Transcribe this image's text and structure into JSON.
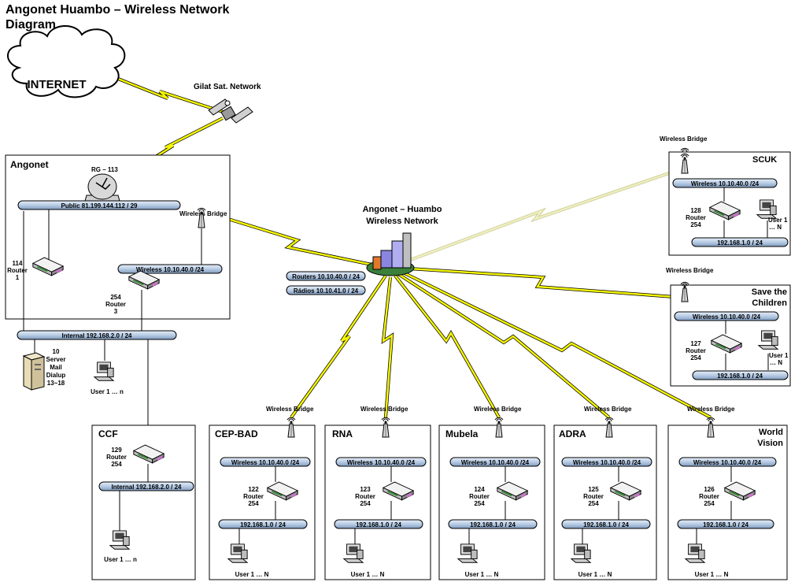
{
  "title": "Angonet Huambo – Wireless Network Diagram",
  "internet_label": "INTERNET",
  "satellite_label": "Gilat Sat. Network",
  "hub": {
    "title_line1": "Angonet – Huambo",
    "title_line2": "Wireless Network",
    "routers_label": "Routers 10.10.40.0 / 24",
    "radios_label": "Rádios 10.10.41.0 / 24"
  },
  "angonet": {
    "name": "Angonet",
    "dish_label": "RG – 113",
    "public_net": "Public 81.199.144.112 / 29",
    "router1": [
      "114",
      "Router",
      "1"
    ],
    "bridge_label": "Wireless Bridge",
    "wireless_net": "Wireless 10.10.40.0 /24",
    "router3": [
      "254",
      "Router",
      "3"
    ],
    "internal_net": "Internal 192.168.2.0 / 24",
    "server": [
      "10",
      "Server",
      "Mail",
      "Dialup",
      "13~18"
    ],
    "user_label": "User 1 … n"
  },
  "ccf": {
    "name": "CCF",
    "router": [
      "129",
      "Router",
      "254"
    ],
    "internal_net": "Internal 192.168.2.0 / 24",
    "user_label": "User 1 … n"
  },
  "scuk": {
    "name": "SCUK",
    "bridge_label": "Wireless Bridge",
    "wireless_net": "Wireless 10.10.40.0 /24",
    "router": [
      "128",
      "Router",
      "254"
    ],
    "lan": "192.168.1.0 / 24",
    "user": [
      "User 1",
      "… N"
    ]
  },
  "save": {
    "name1": "Save the",
    "name2": "Children",
    "bridge_label": "Wireless Bridge",
    "wireless_net": "Wireless 10.10.40.0 /24",
    "router": [
      "127",
      "Router",
      "254"
    ],
    "lan": "192.168.1.0 / 24",
    "user": [
      "User 1",
      "… N"
    ]
  },
  "sites": [
    {
      "name1": "CEP-BAD",
      "name2": "",
      "bridge_label": "Wireless Bridge",
      "wireless_net": "Wireless 10.10.40.0 /24",
      "router": [
        "122",
        "Router",
        "254"
      ],
      "lan": "192.168.1.0 / 24",
      "user": "User 1 … N"
    },
    {
      "name1": "RNA",
      "name2": "",
      "bridge_label": "Wireless Bridge",
      "wireless_net": "Wireless 10.10.40.0 /24",
      "router": [
        "123",
        "Router",
        "254"
      ],
      "lan": "192.168.1.0 / 24",
      "user": "User 1 … N"
    },
    {
      "name1": "Mubela",
      "name2": "",
      "bridge_label": "Wireless Bridge",
      "wireless_net": "Wireless 10.10.40.0 /24",
      "router": [
        "124",
        "Router",
        "254"
      ],
      "lan": "192.168.1.0 / 24",
      "user": "User 1 … N"
    },
    {
      "name1": "ADRA",
      "name2": "",
      "bridge_label": "Wireless Bridge",
      "wireless_net": "Wireless 10.10.40.0 /24",
      "router": [
        "125",
        "Router",
        "254"
      ],
      "lan": "192.168.1.0 / 24",
      "user": "User 1 … N"
    },
    {
      "name1": "World",
      "name2": "Vision",
      "bridge_label": "Wireless Bridge",
      "wireless_net": "Wireless 10.10.40.0 /24",
      "router": [
        "126",
        "Router",
        "254"
      ],
      "lan": "192.168.1.0 / 24",
      "user": "User 1 … N"
    }
  ],
  "colors": {
    "pipe_fill": "#b8cce4",
    "link_yellow": "#f5f500",
    "link_pale": "#e8e8b0",
    "router_body": "#d8d8d8"
  }
}
